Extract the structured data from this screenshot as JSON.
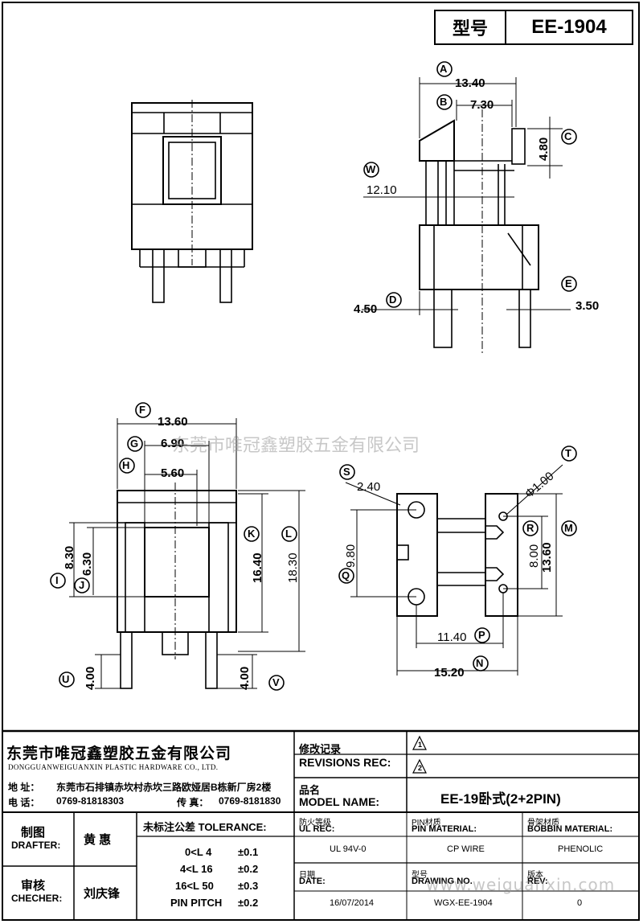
{
  "header": {
    "model_label": "型号",
    "model_value": "EE-1904"
  },
  "dimensions": {
    "A": "13.40",
    "B": "7.30",
    "C": "4.80",
    "W": "12.10",
    "D": "4.50",
    "E": "3.50",
    "F": "13.60",
    "G": "6.90",
    "H": "5.60",
    "I": "8.30",
    "J": "6.30",
    "K": "16.40",
    "L": "18.30",
    "U": "4.00",
    "V": "4.00",
    "S": "2.40",
    "T": "Φ1.00",
    "Q": "9.80",
    "R": "8.00",
    "M": "13.60",
    "P": "11.40",
    "N": "15.20"
  },
  "letters": [
    "A",
    "B",
    "C",
    "W",
    "D",
    "E",
    "F",
    "G",
    "H",
    "I",
    "J",
    "K",
    "L",
    "U",
    "V",
    "S",
    "T",
    "Q",
    "R",
    "M",
    "P",
    "N"
  ],
  "watermarks": {
    "center": "东莞市唯冠鑫塑胶五金有限公司",
    "bottom": "www.weiguanxin.com"
  },
  "title_block": {
    "company_cn": "东莞市唯冠鑫塑胶五金有限公司",
    "company_en": "DONGGUANWEIGUANXIN PLASTIC HARDWARE CO., LTD.",
    "address_label": "地  址：",
    "address": "东莞市石排镇赤坎村赤坎三路欧娅居B栋新厂房2楼",
    "phone_label": "电  话：",
    "phone": "0769-81818303",
    "fax_label": "传  真：",
    "fax": "0769-8181830",
    "revisions_cn": "修改记录",
    "revisions_en": "REVISIONS REC:",
    "rev1": "1",
    "rev2": "2",
    "model_name_cn": "品名",
    "model_name_en": "MODEL NAME:",
    "model_name_value": "EE-19卧式(2+2PIN)",
    "drafter_cn": "制图",
    "drafter_en": "DRAFTER:",
    "drafter_name": "黄  惠",
    "checker_cn": "审核",
    "checker_en": "CHECHER:",
    "checker_name": "刘庆锋",
    "tolerance_title": "未标注公差 TOLERANCE:",
    "tolerances": [
      {
        "range": "0<L   4",
        "value": "±0.1"
      },
      {
        "range": "4<L   16",
        "value": "±0.2"
      },
      {
        "range": "16<L   50",
        "value": "±0.3"
      },
      {
        "range": "PIN PITCH",
        "value": "±0.2"
      }
    ],
    "ul_cn": "防火等级",
    "ul_en": "UL REC:",
    "ul_value": "UL 94V-0",
    "pin_cn": "PIN材质",
    "pin_en": "PIN MATERIAL:",
    "pin_value": "CP WIRE",
    "bobbin_cn": "骨架材质",
    "bobbin_en": "BOBBIN MATERIAL:",
    "bobbin_value": "PHENOLIC",
    "date_cn": "日期",
    "date_en": "DATE:",
    "date_value": "16/07/2014",
    "drawing_cn": "型号",
    "drawing_en": "DRAWING NO.",
    "drawing_value": "WGX-EE-1904",
    "rev_cn": "版本",
    "rev_en": "REV:",
    "rev_value": "0"
  }
}
